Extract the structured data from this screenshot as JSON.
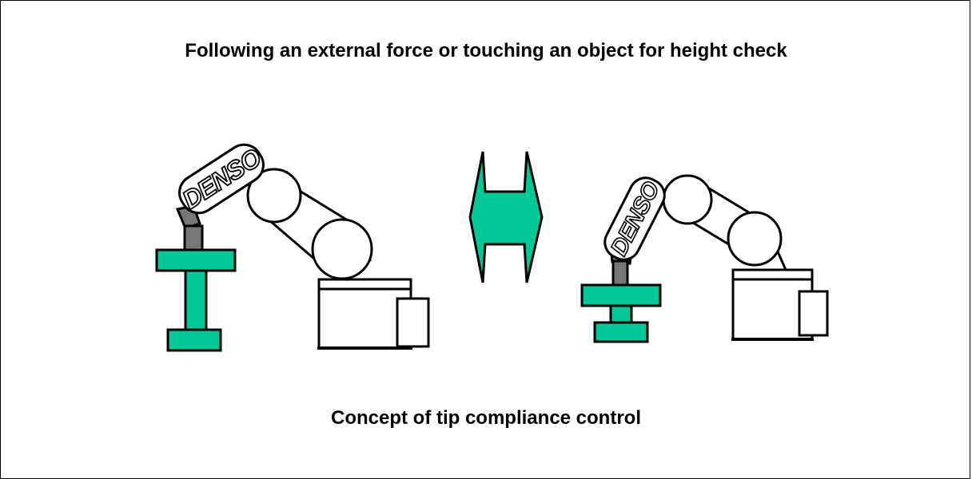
{
  "title": "Following an external force or touching an object for height check",
  "caption": "Concept of tip compliance control",
  "robots": {
    "left": {
      "logo": "DENSO"
    },
    "right": {
      "logo": "DENSO"
    }
  },
  "colors": {
    "accent": "#00c896",
    "joint": "#777777",
    "outline": "#000000"
  },
  "icons": {
    "transition": "double-headed-arrow-icon"
  }
}
